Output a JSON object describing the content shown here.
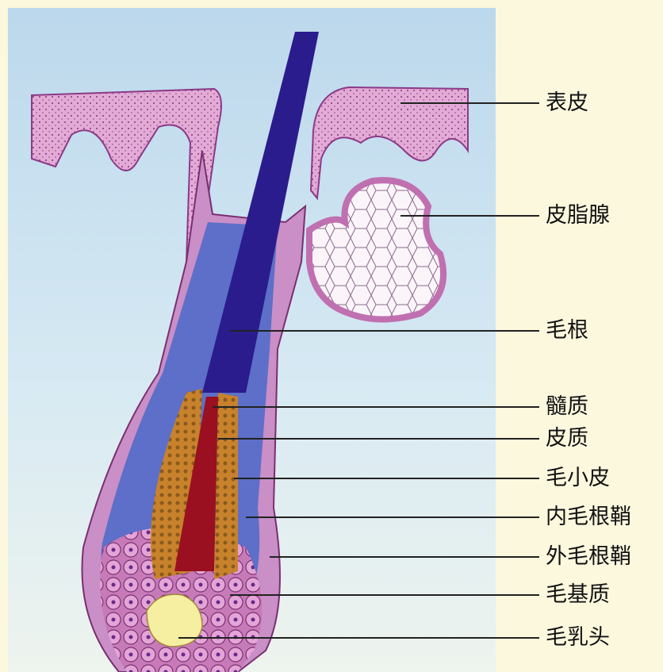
{
  "labels": {
    "epidermis": "表皮",
    "sebaceous_gland": "皮脂腺",
    "hair_root": "毛根",
    "medulla": "髓质",
    "cortex": "皮质",
    "cuticle": "毛小皮",
    "inner_root_sheath": "内毛根鞘",
    "outer_root_sheath": "外毛根鞘",
    "hair_matrix": "毛基质",
    "dermal_papilla": "毛乳头"
  },
  "colors": {
    "background_left": "#cfe4f1",
    "background_right": "#fbf8de",
    "epidermis": "#e3a9d6",
    "hair_shaft": "#2a1c8c",
    "medulla": "#9a1020",
    "cortex": "#c7812a",
    "papilla": "#f6eea0"
  }
}
